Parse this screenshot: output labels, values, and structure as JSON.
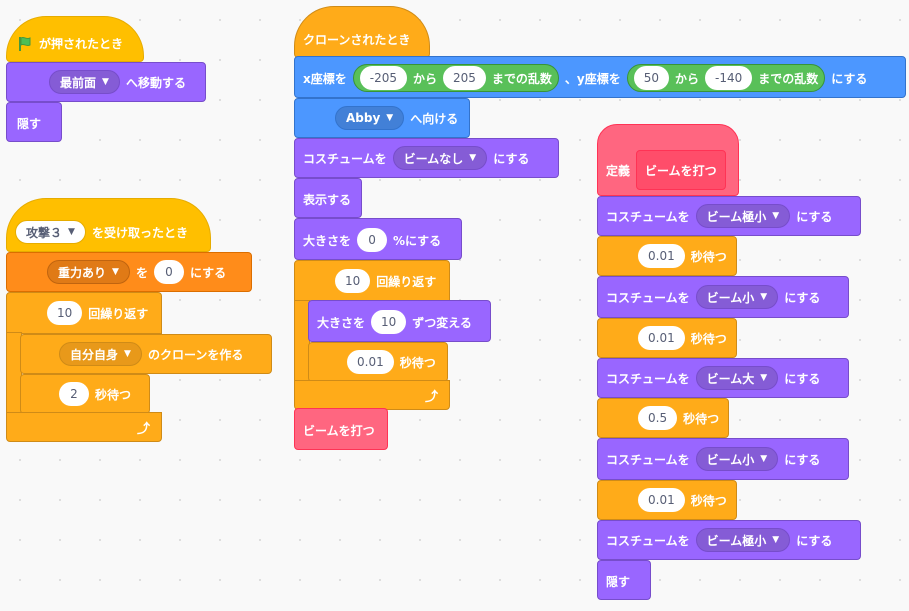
{
  "script_flag": {
    "hat_label": "が押されたとき",
    "goto_dropdown": "最前面",
    "goto_label": "へ移動する",
    "hide_label": "隠す"
  },
  "script_broadcast": {
    "hat_dropdown": "攻撃３",
    "hat_label": "を受け取ったとき",
    "set_var_dropdown": "重力あり",
    "set_var_to": "を",
    "set_var_value": "0",
    "set_var_suffix": "にする",
    "repeat_count": "10",
    "repeat_label": "回繰り返す",
    "clone_dropdown": "自分自身",
    "clone_label": "のクローンを作る",
    "wait_value": "2",
    "wait_label": "秒待つ"
  },
  "script_clone": {
    "hat_label": "クローンされたとき",
    "goto_x_label": "x座標を",
    "rand1_from": "-205",
    "rand1_mid": "から",
    "rand1_to": "205",
    "rand1_label": "までの乱数",
    "y_label": "、y座標を",
    "rand2_from": "50",
    "rand2_mid": "から",
    "rand2_to": "-140",
    "rand2_label": "までの乱数",
    "goto_suffix": "にする",
    "point_dropdown": "Abby",
    "point_label": "へ向ける",
    "costume_label": "コスチュームを",
    "costume_dropdown": "ビームなし",
    "costume_suffix": "にする",
    "show_label": "表示する",
    "size_label": "大きさを",
    "size_value": "0",
    "size_suffix": "%にする",
    "repeat_count": "10",
    "repeat_label": "回繰り返す",
    "change_size_label": "大きさを",
    "change_size_value": "10",
    "change_size_suffix": "ずつ変える",
    "wait_value": "0.01",
    "wait_label": "秒待つ",
    "call_label": "ビームを打つ"
  },
  "script_define": {
    "define_label": "定義",
    "proc_name": "ビームを打つ",
    "costume_label": "コスチュームを",
    "costume_suffix": "にする",
    "wait_label": "秒待つ",
    "c1": "ビーム極小",
    "w1": "0.01",
    "c2": "ビーム小",
    "w2": "0.01",
    "c3": "ビーム大",
    "w3": "0.5",
    "c4": "ビーム小",
    "w4": "0.01",
    "c5": "ビーム極小",
    "hide_label": "隠す"
  },
  "colors": {
    "events": "#ffbf00",
    "control": "#ffab19",
    "looks": "#9966ff",
    "motion": "#4c97ff",
    "operators": "#59c059",
    "variables": "#ff8c1a",
    "my_blocks": "#ff6680"
  },
  "icons": {
    "green_flag": "green-flag-icon",
    "dropdown": "caret-down-icon",
    "loop": "loop-arrow-icon"
  }
}
